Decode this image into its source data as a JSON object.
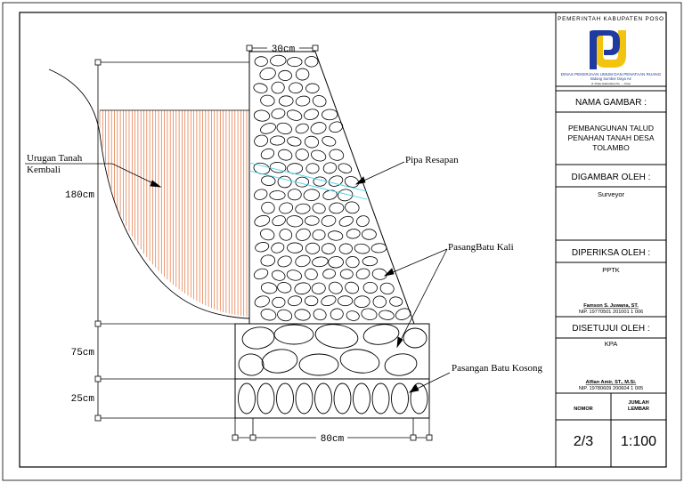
{
  "drawing": {
    "dim_top_width": "30cm",
    "dim_bottom_width": "80cm",
    "dim_height_main": "180cm",
    "dim_height_footing": "75cm",
    "dim_height_base": "25cm",
    "label_backfill_line1": "Urugan Tanah",
    "label_backfill_line2": "Kembali",
    "label_pipe": "Pipa Resapan",
    "label_masonry": "PasangBatu Kali",
    "label_dry_stone": "Pasangan Batu Kosong"
  },
  "title_block": {
    "agency_header": "PEMERINTAH KABUPATEN POSO",
    "agency_name": "DINAS PEKERJAAN UMUM DAN PENATAAN RUANG",
    "agency_division": "Bidang Sumber Daya Air",
    "agency_address": "Jl. Pulau Halmahera No. ..., Poso",
    "drawing_name_label": "NAMA GAMBAR :",
    "drawing_name": "PEMBANGUNAN TALUD PENAHAN TANAH DESA TOLAMBO",
    "drawn_by_label": "DIGAMBAR OLEH :",
    "drawn_by": "Surveyor",
    "checked_by_label": "DIPERIKSA OLEH :",
    "checked_by_role": "PPTK",
    "checked_by_name": "Famson S. Juwana, ST.",
    "checked_by_nip": "NIP. 19770501 201001 1 006",
    "approved_by_label": "DISETUJUI OLEH :",
    "approved_by_role": "KPA",
    "approved_by_name": "Alfian Amir, ST., M.Si.",
    "approved_by_nip": "NIP. 19780609 200604 1 005",
    "number_label": "NOMOR",
    "total_label_line1": "JUMLAH",
    "total_label_line2": "LEMBAR",
    "sheet_number": "2/3",
    "scale": "1:100"
  },
  "colors": {
    "line": "#000000",
    "hatch": "#e2703a",
    "pipe": "#46d2e6",
    "logo_blue": "#1f3aa0",
    "logo_yellow": "#f2c40f"
  }
}
